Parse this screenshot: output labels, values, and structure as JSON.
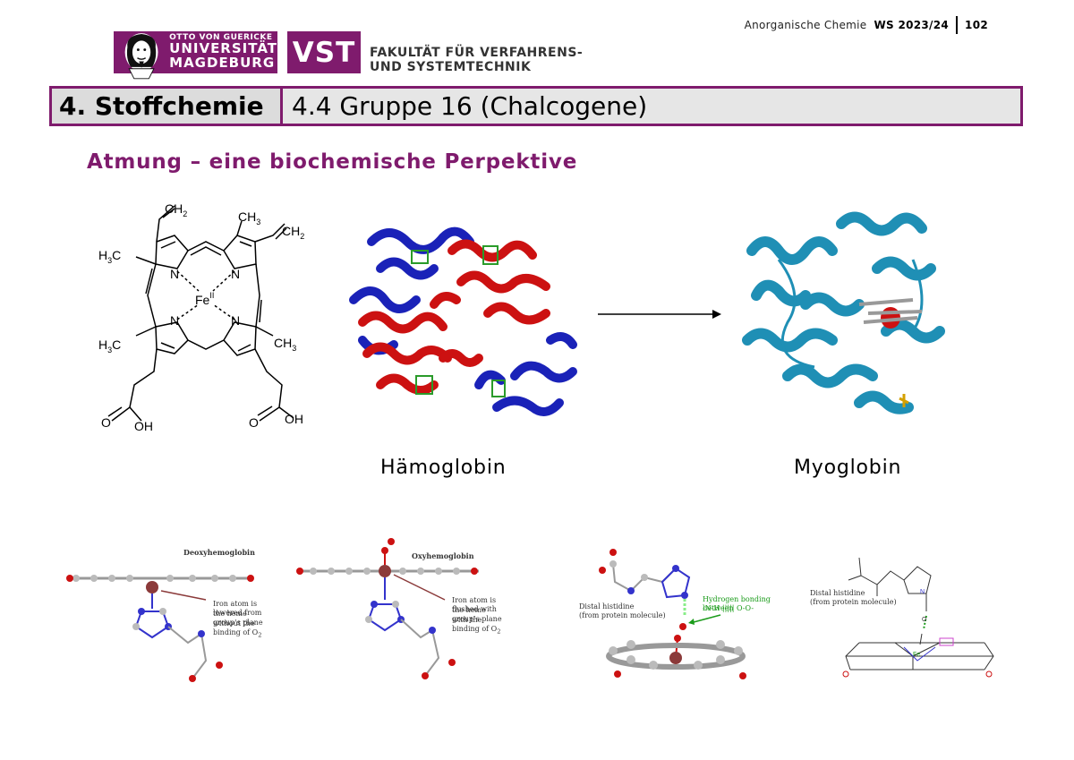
{
  "header": {
    "course": "Anorganische Chemie",
    "semester": "WS 2023/24",
    "page": "102"
  },
  "logos": {
    "ovgu_line1": "OTTO VON GUERICKE",
    "ovgu_line2": "UNIVERSITÄT",
    "ovgu_line3": "MAGDEBURG",
    "vst": "VST",
    "faculty_line1": "FAKULTÄT FÜR VERFAHRENS-",
    "faculty_line2": "UND SYSTEMTECHNIK"
  },
  "title": {
    "chapter": "4. Stoffchemie",
    "section": "4.4 Gruppe 16 (Chalcogene)"
  },
  "subtitle": "Atmung – eine biochemische Perpektive",
  "heme_labels": {
    "ch2_top": "CH",
    "ch2_sub": "2",
    "ch3_top": "CH",
    "ch3_sub": "3",
    "ch2_right": "CH",
    "ch2_right_sub": "2",
    "h3c_left_top": "H",
    "h3c_left_top_sub": "3",
    "h3c_left_top_c": "C",
    "h3c_left_bottom": "H",
    "h3c_left_bottom_sub": "3",
    "h3c_left_bottom_c": "C",
    "ch3_right": "CH",
    "ch3_right_sub": "3",
    "fe": "Fe",
    "fe_sup": "II",
    "n": "N",
    "o": "O",
    "oh": "OH"
  },
  "captions": {
    "hemo": "Hämoglobin",
    "myo": "Myoglobin"
  },
  "panels": {
    "deoxy_title": "Deoxyhemoglobin",
    "deoxy_note_1": "Iron atom is lowered from",
    "deoxy_note_2": "the heme group’s plane",
    "deoxy_note_3": "without the binding of O",
    "oxy_title": "Oxyhemoglobin",
    "oxy_note_1": "Iron atom is flushed with",
    "oxy_note_2": "the heme group’s plane",
    "oxy_note_3": "with the binding of O",
    "distal_1": "Distal histidine",
    "distal_2": "(from protein molecule)",
    "hbond_1": "Hydrogen bonding between",
    "hbond_2": "-N-H ||||| O-O-",
    "distal_b1": "Distal histidine",
    "distal_b2": "(from protein molecule)",
    "o2_sub": "2"
  },
  "colors": {
    "brand": "#7f1b6d",
    "hemo_red": "#cc1111",
    "hemo_blue": "#1a22b8",
    "myo_blue": "#1f8fb5"
  }
}
